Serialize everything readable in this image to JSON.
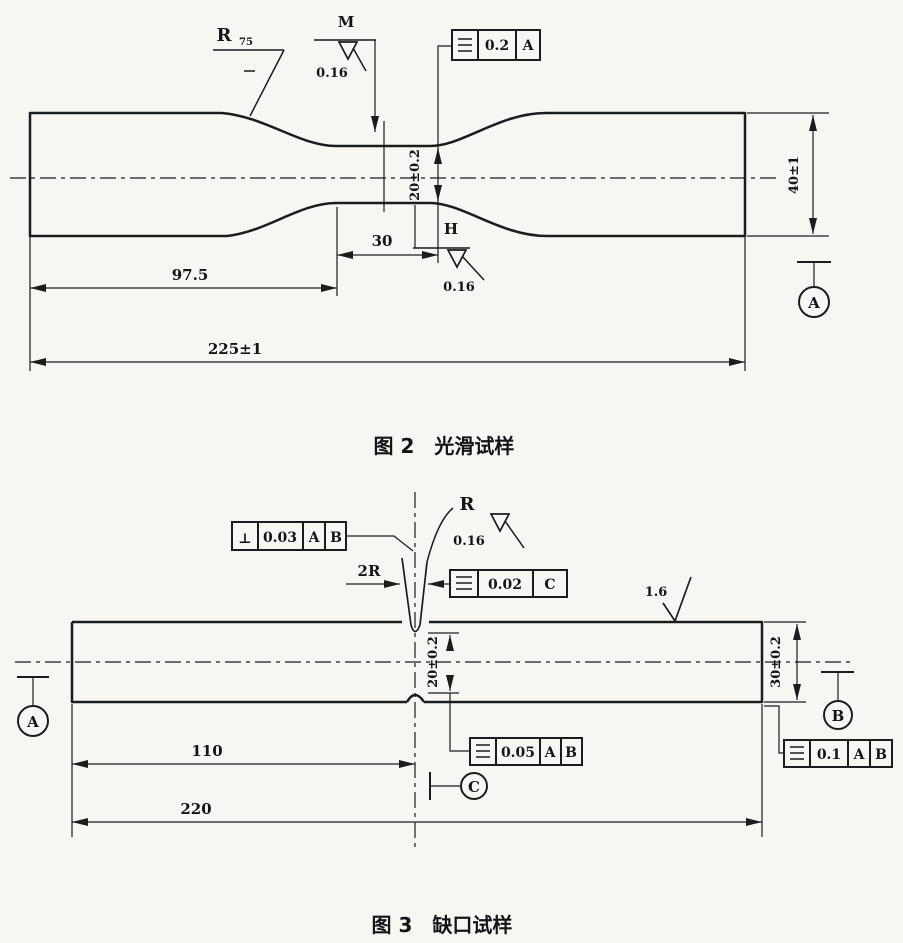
{
  "drawing": {
    "background_color": "#f7f6f2",
    "line_color": "#1c1c1c",
    "figure2": {
      "caption": "图 2　光滑试样",
      "radius_callout": {
        "label": "R",
        "subscript": "75"
      },
      "m_mark": {
        "label": "M",
        "roughness": "0.16"
      },
      "h_mark": {
        "label": "H",
        "roughness": "0.16"
      },
      "fcf_runout": {
        "value": "0.2",
        "datum": "A"
      },
      "dims": {
        "gauge_diameter": "20±0.2",
        "gauge_length": "30",
        "grip_length": "97.5",
        "total_length": "225±1",
        "end_diameter": "40±1"
      },
      "datum_a": "A"
    },
    "figure3": {
      "caption": "图 3　缺口试样",
      "fcf_perpendicularity": {
        "symbol": "⊥",
        "value": "0.03",
        "datum1": "A",
        "datum2": "B"
      },
      "notch": {
        "radius_label": "R",
        "roughness": "0.16",
        "width_label": "2R"
      },
      "fcf_runout_c": {
        "value": "0.02",
        "datum": "C"
      },
      "fcf_runout_notch": {
        "value": "0.05",
        "datum1": "A",
        "datum2": "B"
      },
      "fcf_runout_end": {
        "value": "0.1",
        "datum1": "A",
        "datum2": "B"
      },
      "surface_roughness": "1.6",
      "dims": {
        "notch_diameter": "20±0.2",
        "end_diameter": "30±0.2",
        "half_length": "110",
        "total_length": "220"
      },
      "datum_a": "A",
      "datum_b": "B",
      "datum_c": "C"
    }
  }
}
